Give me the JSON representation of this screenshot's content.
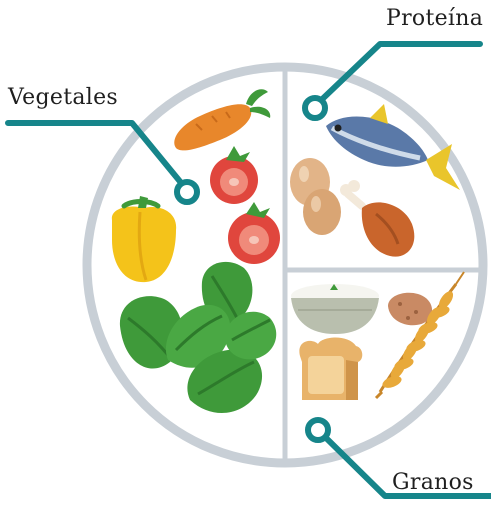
{
  "labels": {
    "vegetables": "Vegetales",
    "protein": "Proteína",
    "grains": "Granos"
  },
  "colors": {
    "leader_line": "#16858a",
    "plate_rim": "#c8cfd6",
    "plate_fill": "#ffffff",
    "carrot": "#e8872b",
    "carrot_leaf": "#3f9a3a",
    "tomato": "#e0463d",
    "pepper": "#f4c31a",
    "spinach": "#3f9a3a",
    "fish_body": "#5a79a8",
    "fish_tail": "#e9c52b",
    "egg": "#e2b488",
    "chicken": "#c9652c",
    "bread": "#e8b36a",
    "rice_bowl": "#b9bfae",
    "potato": "#c98a64",
    "wheat": "#e8a93a"
  },
  "icons": [
    "carrot-icon",
    "tomato-icon",
    "bell-pepper-icon",
    "spinach-icon",
    "fish-icon",
    "egg-icon",
    "chicken-leg-icon",
    "rice-bowl-icon",
    "potato-icon",
    "bread-icon",
    "wheat-icon"
  ]
}
